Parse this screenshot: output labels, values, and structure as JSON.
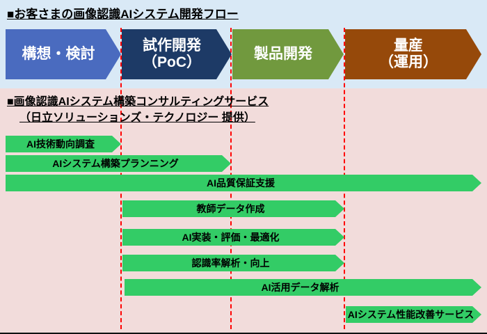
{
  "colors": {
    "top_band_bg": "#d9e9f6",
    "bottom_band_bg": "#f2dcdb",
    "service_bar_green": "#33cc66",
    "divider_red": "#ff0000"
  },
  "flow": {
    "title": "■お客さまの画像認識AIシステム開発フロー",
    "stages": [
      {
        "label": "構想・検討",
        "color": "#4a6bbf"
      },
      {
        "label": "試作開発\n（PoC）",
        "color": "#1d3a66"
      },
      {
        "label": "製品開発",
        "color": "#71993e"
      },
      {
        "label": "量産\n（運用）",
        "color": "#96490a"
      }
    ]
  },
  "services": {
    "title": "■画像認識AIシステム構築コンサルティングサービス",
    "subtitle": "（日立ソリューションズ・テクノロジー 提供）",
    "items": [
      {
        "label": "AI技術動向調査"
      },
      {
        "label": "AIシステム構築プランニング"
      },
      {
        "label": "AI品質保証支援"
      },
      {
        "label": "教師データ作成"
      },
      {
        "label": "AI実装・評価・最適化"
      },
      {
        "label": "認識率解析・向上"
      },
      {
        "label": "AI活用データ解析"
      },
      {
        "label": "AIシステム性能改善サービス"
      }
    ]
  }
}
